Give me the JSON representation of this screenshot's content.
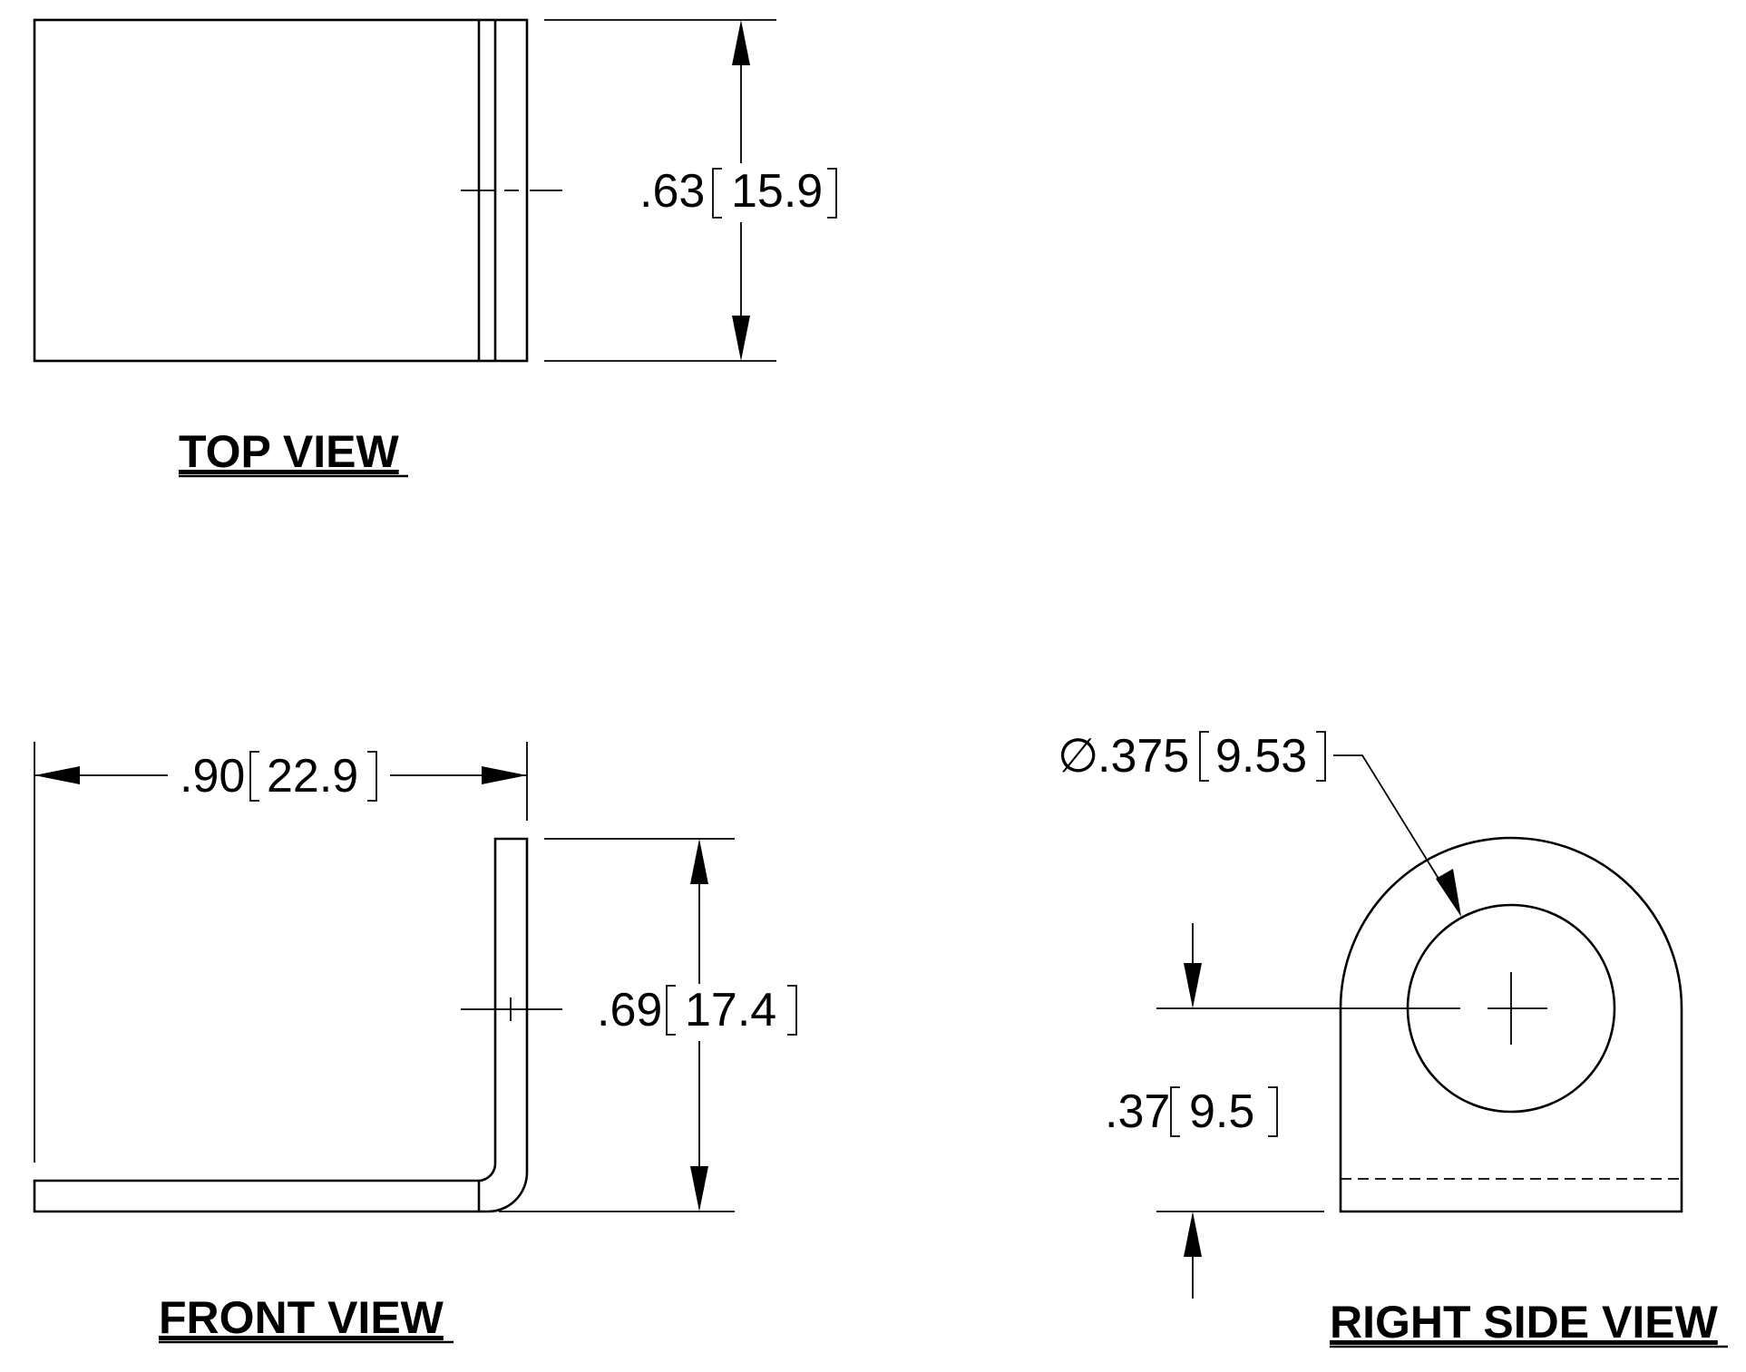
{
  "views": {
    "top": {
      "title": "TOP VIEW",
      "width_in": ".63",
      "width_mm": "15.9"
    },
    "front": {
      "title": "FRONT VIEW",
      "length_in": ".90",
      "length_mm": "22.9",
      "height_in": ".69",
      "height_mm": "17.4"
    },
    "right_side": {
      "title": "RIGHT SIDE VIEW",
      "hole_symbol": "∅",
      "hole_dia_in": ".375",
      "hole_dia_mm": "9.53",
      "hole_center_in": ".37",
      "hole_center_mm": "9.5"
    }
  }
}
